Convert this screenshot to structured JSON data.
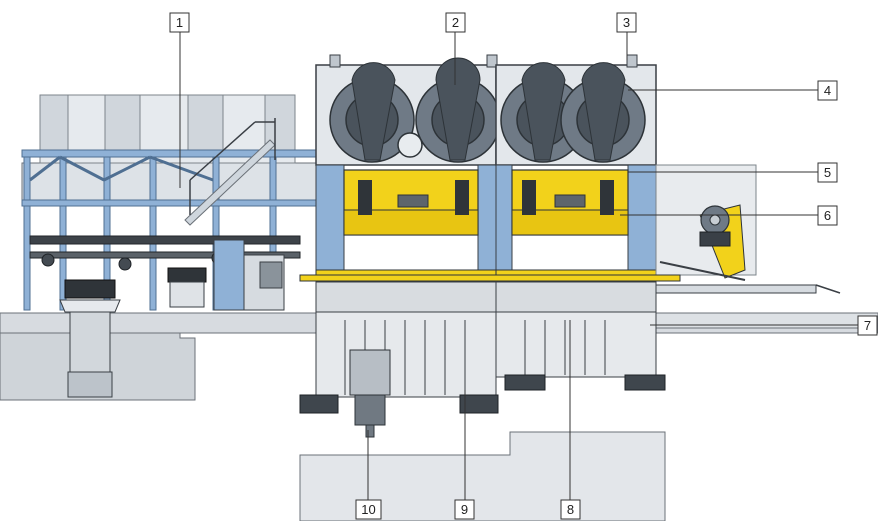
{
  "diagram": {
    "callouts": [
      {
        "id": "1",
        "label": "1"
      },
      {
        "id": "2",
        "label": "2"
      },
      {
        "id": "3",
        "label": "3"
      },
      {
        "id": "4",
        "label": "4"
      },
      {
        "id": "5",
        "label": "5"
      },
      {
        "id": "6",
        "label": "6"
      },
      {
        "id": "7",
        "label": "7"
      },
      {
        "id": "8",
        "label": "8"
      },
      {
        "id": "9",
        "label": "9"
      },
      {
        "id": "10",
        "label": "10"
      }
    ]
  },
  "colors": {
    "frame_light": "#e2e6ea",
    "frame_mid": "#c8cdd2",
    "frame_dark": "#9aa3ab",
    "steel_blue": "#8fb1d6",
    "flywheel": "#6f7a86",
    "flywheel_dark": "#4a535c",
    "slide_yellow": "#f2d21b",
    "outline": "#3a3f45",
    "ground": "#d9dde1"
  }
}
